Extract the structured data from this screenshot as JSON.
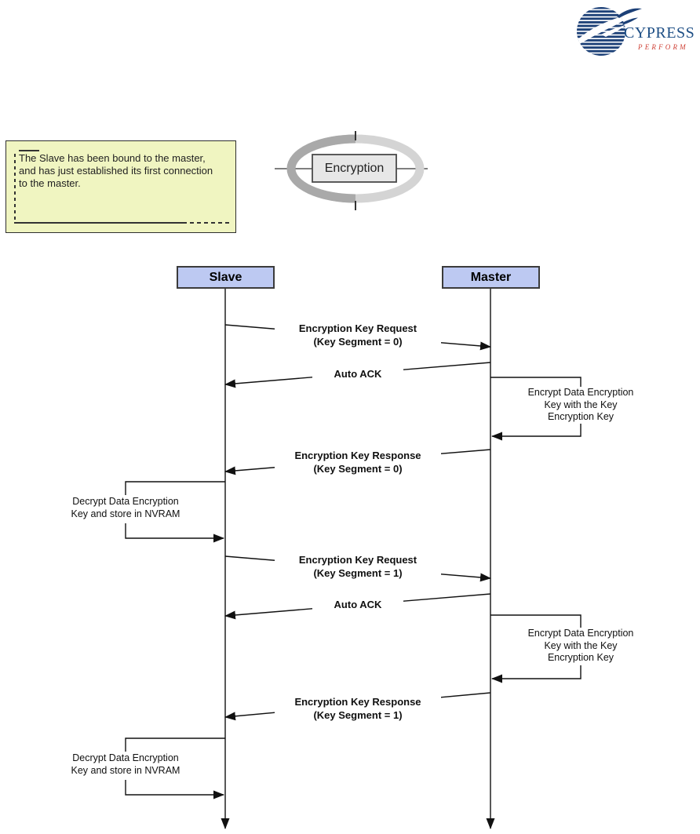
{
  "logo": {
    "brand": "CYPRESS",
    "tagline": "PERFORM",
    "brand_color": "#1D4E85",
    "tagline_color": "#CE3F34",
    "globe_color": "#1C4077"
  },
  "note": {
    "lines": [
      "The Slave has been bound to the master,",
      "and has just established its first connection",
      "to the master."
    ],
    "fill_color": "#F0F5C1"
  },
  "encryption_symbol": {
    "label": "Encryption"
  },
  "diagram": {
    "actors": [
      {
        "name": "Slave",
        "fill_color": "#BDC9F2"
      },
      {
        "name": "Master",
        "fill_color": "#BDC9F2"
      }
    ],
    "messages": [
      {
        "id": "encryption-key-request-0",
        "from": "Slave",
        "to": "Master",
        "lines": [
          "Encryption Key Request",
          "(Key Segment = 0)"
        ]
      },
      {
        "id": "auto-ack-0",
        "from": "Master",
        "to": "Slave",
        "lines": [
          "Auto ACK"
        ]
      },
      {
        "id": "encrypt-data-encryption-key-0",
        "type": "self-action",
        "actor": "Master",
        "lines": [
          "Encrypt Data Encryption",
          "Key with the Key",
          "Encryption Key"
        ]
      },
      {
        "id": "encryption-key-response-0",
        "from": "Master",
        "to": "Slave",
        "lines": [
          "Encryption Key Response",
          "(Key Segment = 0)"
        ]
      },
      {
        "id": "decrypt-data-encryption-key-0",
        "type": "self-action",
        "actor": "Slave",
        "lines": [
          "Decrypt Data Encryption",
          "Key and store in NVRAM"
        ]
      },
      {
        "id": "encryption-key-request-1",
        "from": "Slave",
        "to": "Master",
        "lines": [
          "Encryption Key Request",
          "(Key Segment = 1)"
        ]
      },
      {
        "id": "auto-ack-1",
        "from": "Master",
        "to": "Slave",
        "lines": [
          "Auto ACK"
        ]
      },
      {
        "id": "encrypt-data-encryption-key-1",
        "type": "self-action",
        "actor": "Master",
        "lines": [
          "Encrypt Data Encryption",
          "Key with the Key",
          "Encryption Key"
        ]
      },
      {
        "id": "encryption-key-response-1",
        "from": "Master",
        "to": "Slave",
        "lines": [
          "Encryption Key Response",
          "(Key Segment = 1)"
        ]
      },
      {
        "id": "decrypt-data-encryption-key-1",
        "type": "self-action",
        "actor": "Slave",
        "lines": [
          "Decrypt Data Encryption",
          "Key and store in NVRAM"
        ]
      }
    ]
  }
}
